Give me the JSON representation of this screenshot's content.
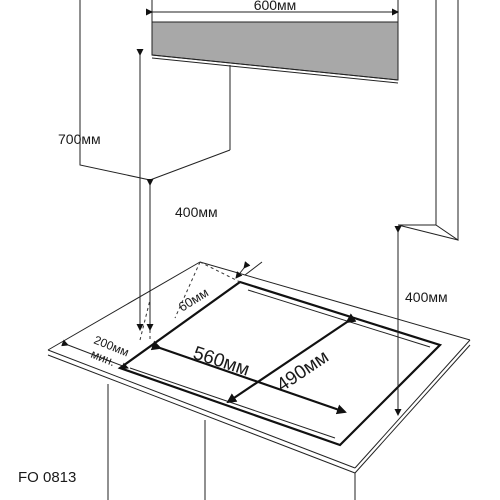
{
  "labels": {
    "width_top": "600мм",
    "hood_height": "700мм",
    "left_clearance": "400мм",
    "right_clearance": "400мм",
    "back_gap": "60мм",
    "side_gap_line1": "200мм",
    "side_gap_line2": "мин.",
    "cutout_width": "560мм",
    "cutout_depth": "490мм",
    "model_code": "FO 0813"
  }
}
